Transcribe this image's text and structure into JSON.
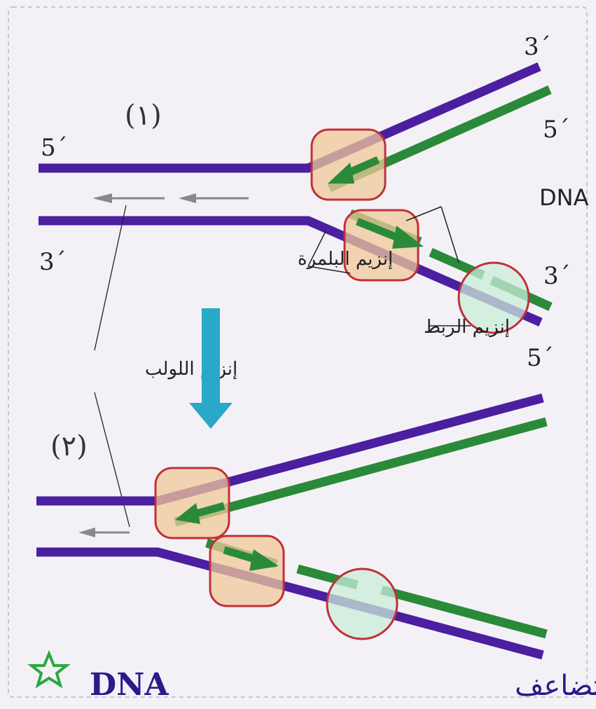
{
  "step_labels": {
    "step1": "(١)",
    "step2": "(٢)"
  },
  "strand_ends": {
    "five_prime_left": "5´",
    "three_prime_left": "3´",
    "three_prime_top_right": "3´",
    "five_prime_top_right": "5´",
    "three_prime_mid_right": "3´",
    "five_prime_mid_right": "5´"
  },
  "labels": {
    "dna_fragments": "قطع DNA",
    "polymerase": "إنزيم البلمرة",
    "ligase": "إنزيم الربط",
    "helicase": "إنزيم اللولب"
  },
  "caption": {
    "text": "دور الإنزيمات فى تضاعف",
    "dna": "DNA"
  },
  "colors": {
    "purple_strand": "#4b1fa0",
    "green_strand": "#2a8a3a",
    "enzyme_border": "#c0303a",
    "polymerase_fill": "#f0c89a",
    "ligase_fill": "#c9ecd8",
    "arrow_down": "#2aa8c8",
    "caption_color": "#2a1a8a",
    "star_color": "#2aa840"
  },
  "icons": {
    "star": "star-icon",
    "down_arrow": "down-arrow-icon"
  }
}
